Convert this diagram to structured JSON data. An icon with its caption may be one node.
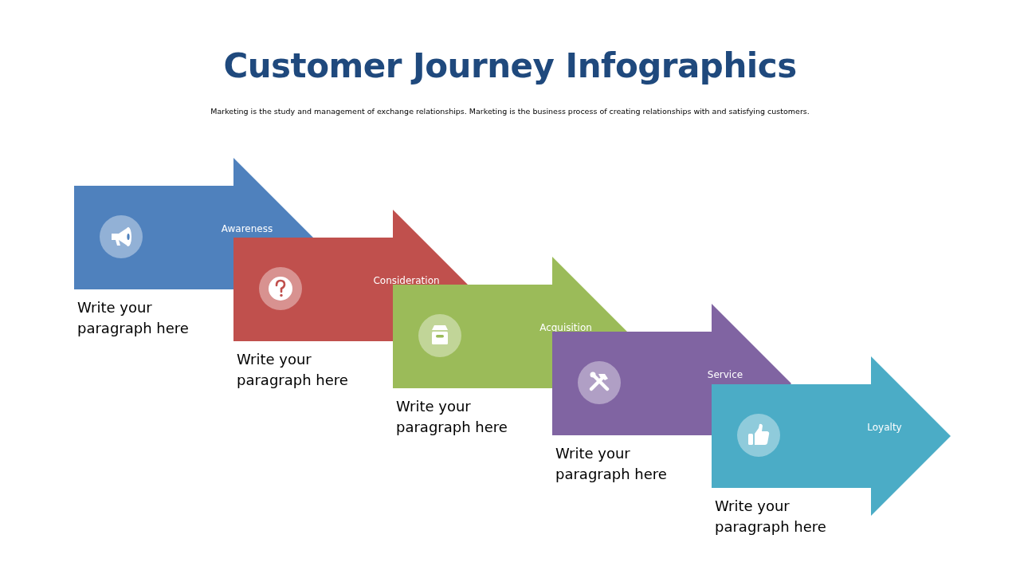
{
  "diagram": {
    "title": "Customer Journey Infographics",
    "caption": "Marketing is the study and management of exchange relationships. Marketing is the business process of creating relationships with and satisfying customers.",
    "nodes": [
      {
        "text": [
          "Awareness"
        ],
        "beside": [
          "Write your paragraph here"
        ]
      },
      {
        "text": [
          "Consideration"
        ],
        "beside": [
          "Write your paragraph here"
        ]
      },
      {
        "text": [
          "Acquisition"
        ],
        "beside": [
          "Write your paragraph here"
        ]
      },
      {
        "text": [
          "Service"
        ],
        "beside": [
          "Write your paragraph here"
        ]
      },
      {
        "text": [
          "Loyalty"
        ],
        "beside": [
          "Write your paragraph here"
        ]
      }
    ],
    "edges": []
  }
}
